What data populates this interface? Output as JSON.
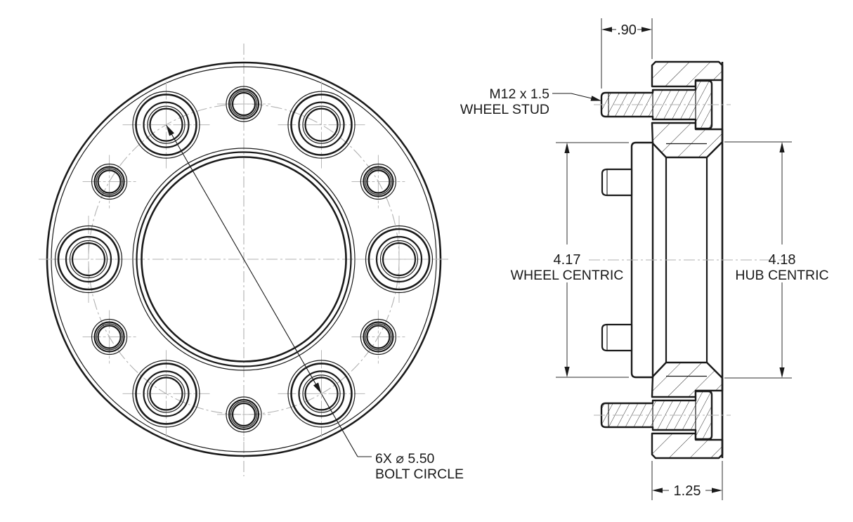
{
  "drawing": {
    "front_view": {
      "note_bolt_line1": "6X ⌀ 5.50",
      "note_bolt_line2": "BOLT CIRCLE"
    },
    "side_view": {
      "note_stud_line1": "M12 x 1.5",
      "note_stud_line2": "WHEEL STUD",
      "dim_protrusion": ".90",
      "dim_thickness": "1.25",
      "wheel_centric_value": "4.17",
      "wheel_centric_label": "WHEEL CENTRIC",
      "hub_centric_value": "4.18",
      "hub_centric_label": "HUB CENTRIC"
    },
    "colors": {
      "line": "#1a1a1a",
      "centerline": "#b2b2b2",
      "background": "#ffffff"
    }
  }
}
